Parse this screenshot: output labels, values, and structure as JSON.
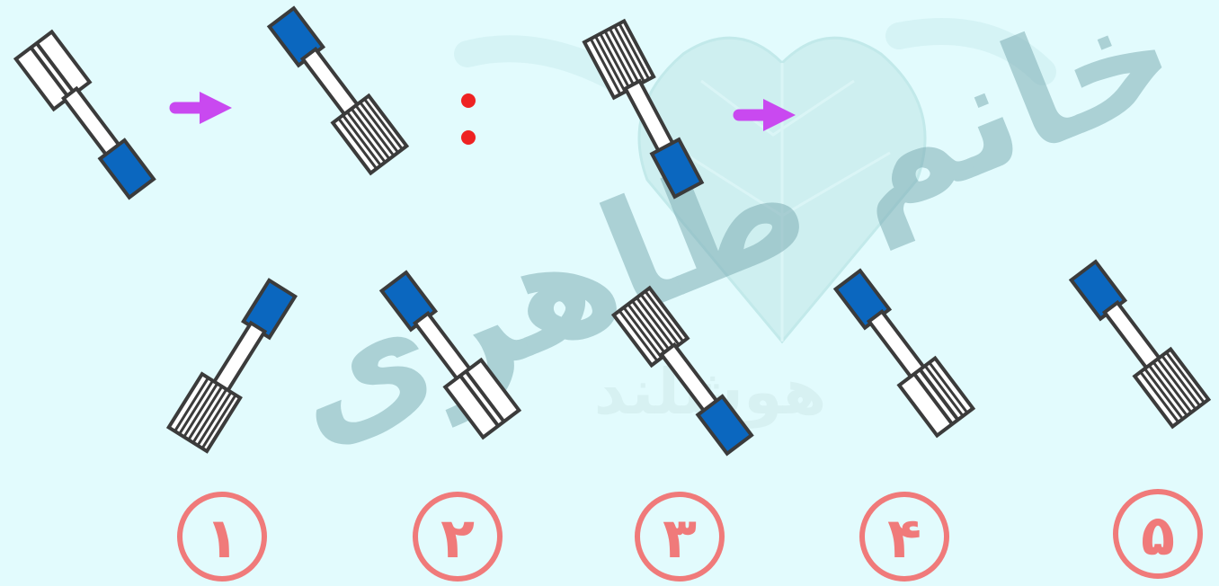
{
  "colors": {
    "background": "#e2fbfd",
    "outline": "#3b3b3b",
    "blue_cap": "#0b67bf",
    "arrow": "#c949f0",
    "dots": "#ee2222",
    "option_circle": "#f07a7a",
    "watermark": "#2e6f7a"
  },
  "puzzle": {
    "example_pair": {
      "before": "stick-white-cap",
      "after": "stick-blue-top-striped-bottom"
    },
    "question_pair": {
      "before": "stick-striped-top-blue-bottom",
      "after": "unknown"
    },
    "arrow_icon": "arrow-right-icon",
    "separator_icon": "colon-dots-icon"
  },
  "options": [
    {
      "label": "۱"
    },
    {
      "label": "۲"
    },
    {
      "label": "۳"
    },
    {
      "label": "۴"
    },
    {
      "label": "۵"
    }
  ],
  "watermark": {
    "calligraphy": "خانم طاهری",
    "logo_text": "هوشلند",
    "logo_icon": "geometric-heart-logo"
  }
}
